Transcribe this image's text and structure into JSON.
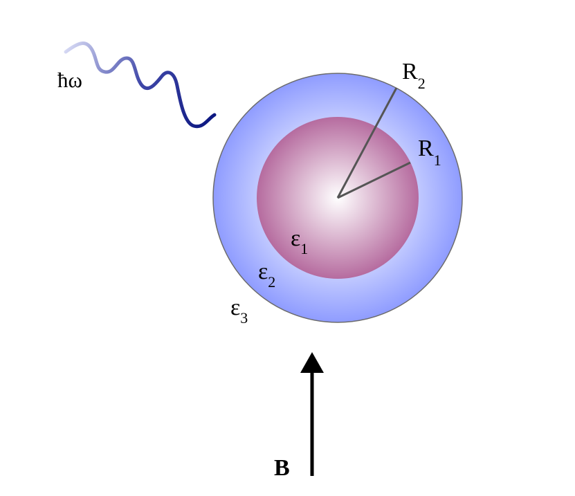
{
  "labels": {
    "photon": "ħω",
    "outer_radius": "R",
    "outer_radius_sub": "2",
    "inner_radius": "R",
    "inner_radius_sub": "1",
    "core_permittivity": "ε",
    "core_permittivity_sub": "1",
    "shell_permittivity": "ε",
    "shell_permittivity_sub": "2",
    "medium_permittivity": "ε",
    "medium_permittivity_sub": "3",
    "field": "B"
  },
  "icons": {
    "photon": "wavy-line-icon",
    "field": "arrow-up-icon"
  },
  "colors": {
    "shell_center": "#ffffff",
    "shell_edge": "#8f9cff",
    "core_center": "#ffffff",
    "core_edge": "#b56a9e",
    "outline": "#6b6b6b",
    "radius_line": "#555555",
    "photon_start": "#d6d9f4",
    "photon_mid": "#3f47a8",
    "photon_end": "#0b1680",
    "arrow": "#000000"
  }
}
